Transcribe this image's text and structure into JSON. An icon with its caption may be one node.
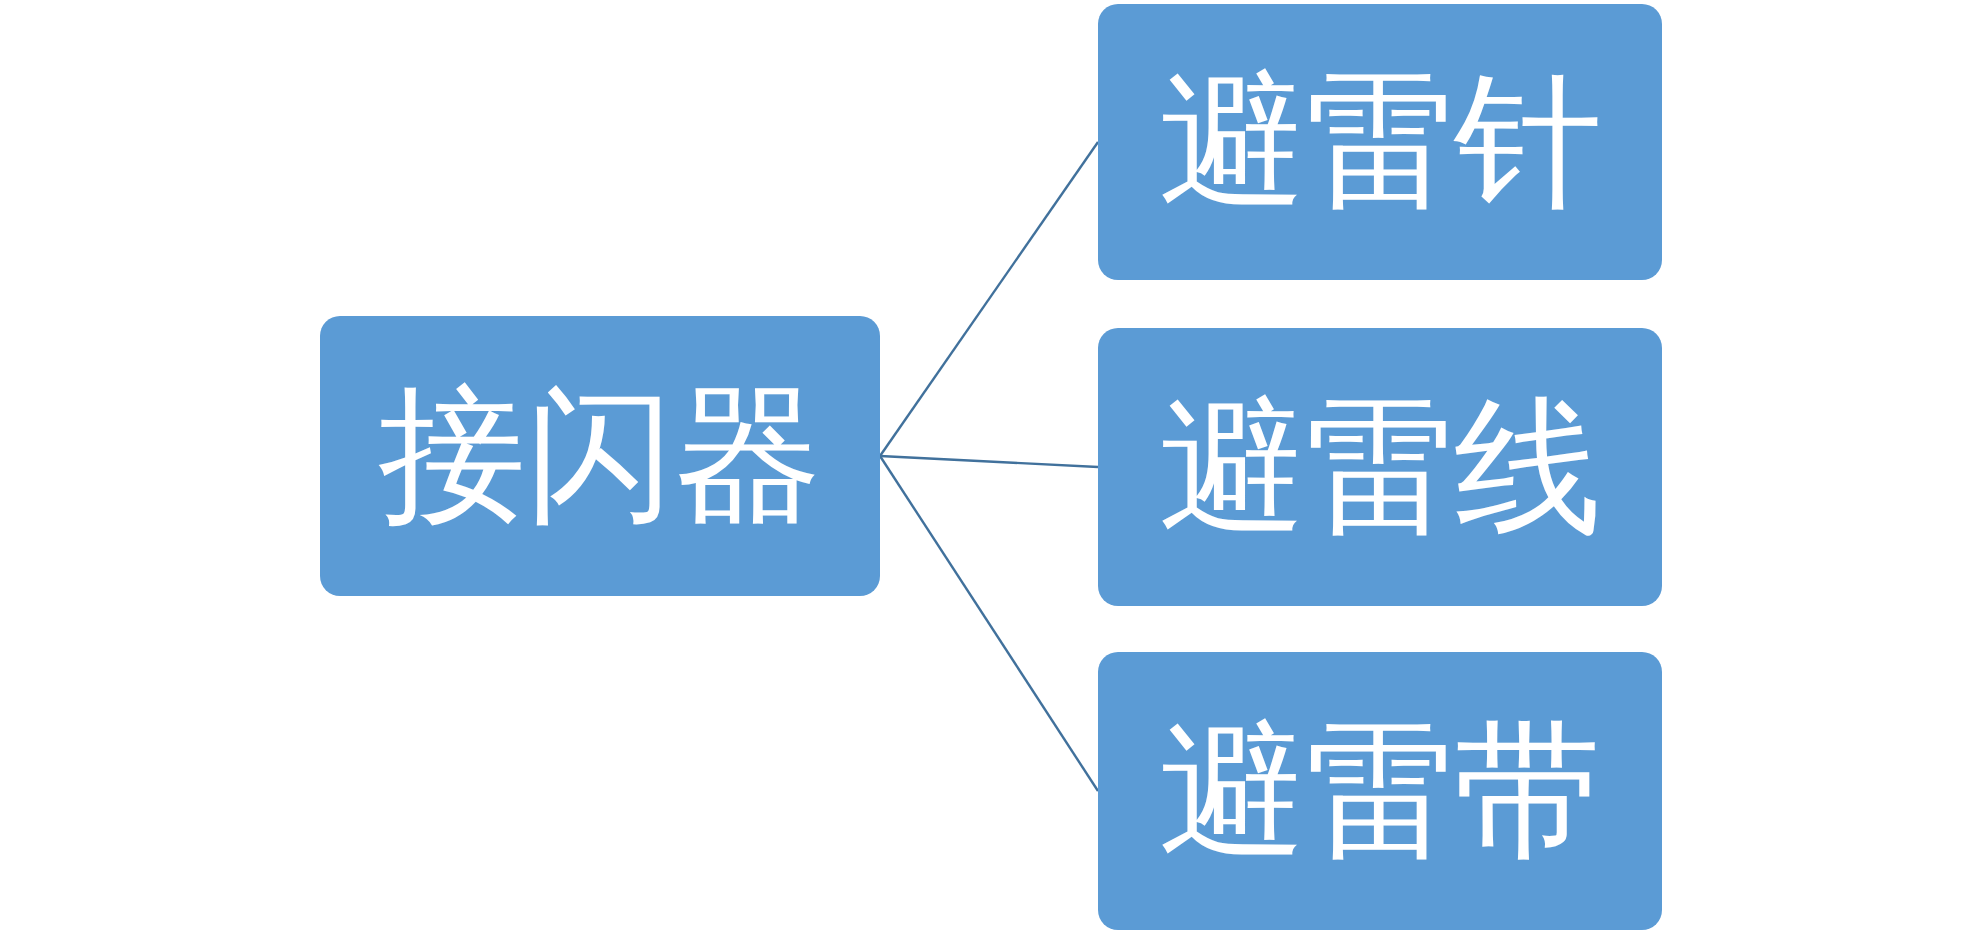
{
  "diagram": {
    "nodes": [
      {
        "text": [
          "接闪器"
        ]
      },
      {
        "text": [
          "避雷针"
        ]
      },
      {
        "text": [
          "避雷线"
        ]
      },
      {
        "text": [
          "避雷带"
        ]
      }
    ],
    "edges": [
      {
        "from": 0,
        "to": 1,
        "arrow": "none"
      },
      {
        "from": 0,
        "to": 2,
        "arrow": "none"
      },
      {
        "from": 0,
        "to": 3,
        "arrow": "none"
      }
    ]
  }
}
